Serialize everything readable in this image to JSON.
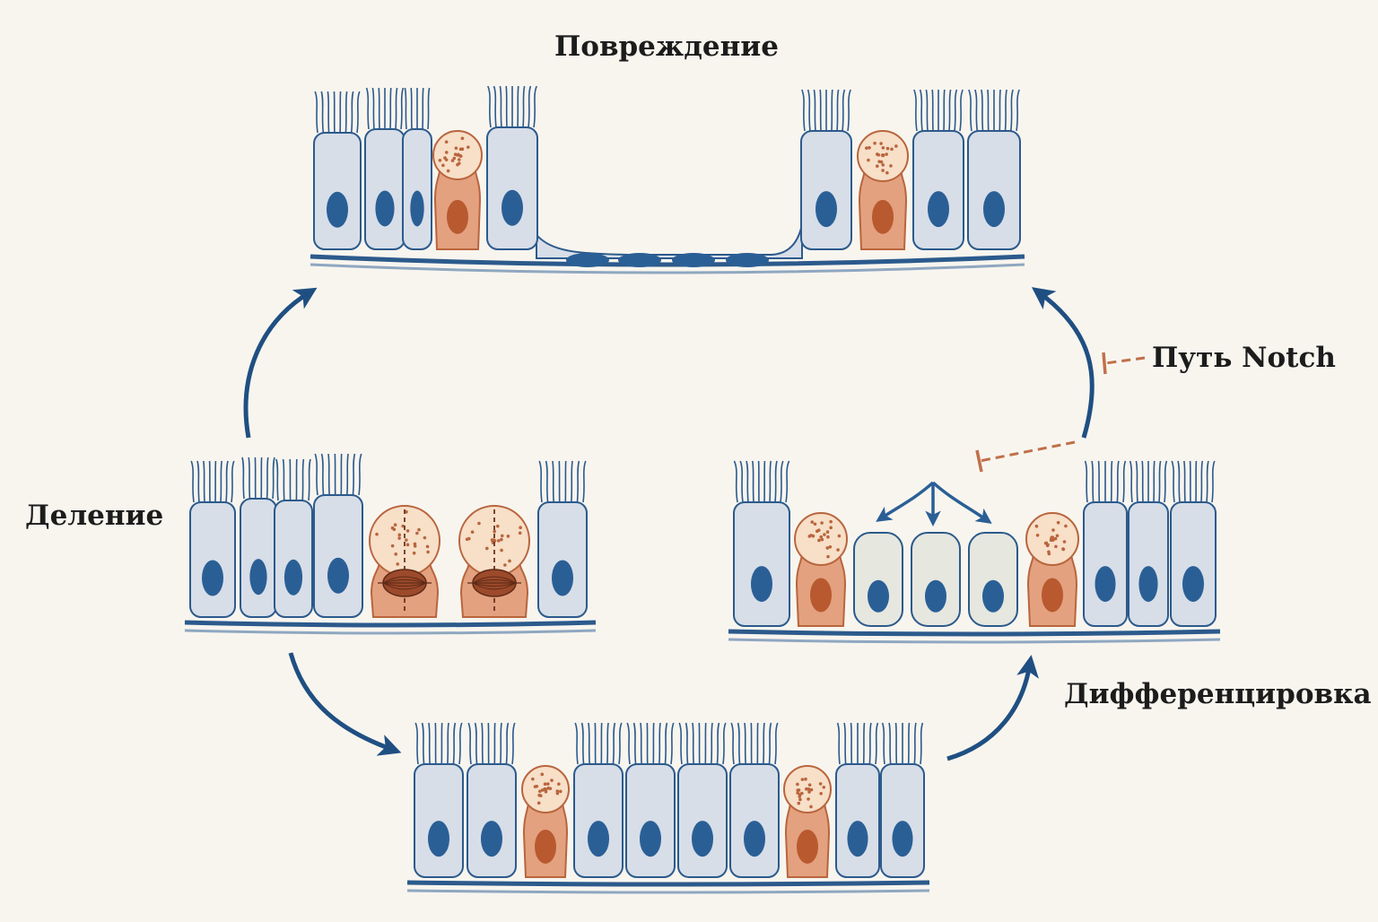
{
  "labels": {
    "injury": "Повреждение",
    "division": "Деление",
    "notch": "Путь Notch",
    "differentiation": "Дифференцировка"
  },
  "colors": {
    "background": "#f8f5ef",
    "ciliated_cell_fill": "#d7dee8",
    "cell_outline": "#2c5a8c",
    "nucleus": "#2a5f96",
    "secretory_cell_fill": "#e3a17f",
    "secretory_cell_outline": "#b9653d",
    "secretory_nucleus": "#b9592f",
    "granule_head_fill": "#f7dfc8",
    "precursor_cell_fill": "#e6e7df",
    "basement_membrane": "#2c5a8c",
    "cycle_arrow": "#1f4f82",
    "inhibition": "#c0704a"
  },
  "icons": {
    "cycle_arrows": "curved-arrow-icon",
    "notch_inhibition": "inhibition-bar-icon",
    "fate_arrows": "branching-arrows-icon"
  }
}
